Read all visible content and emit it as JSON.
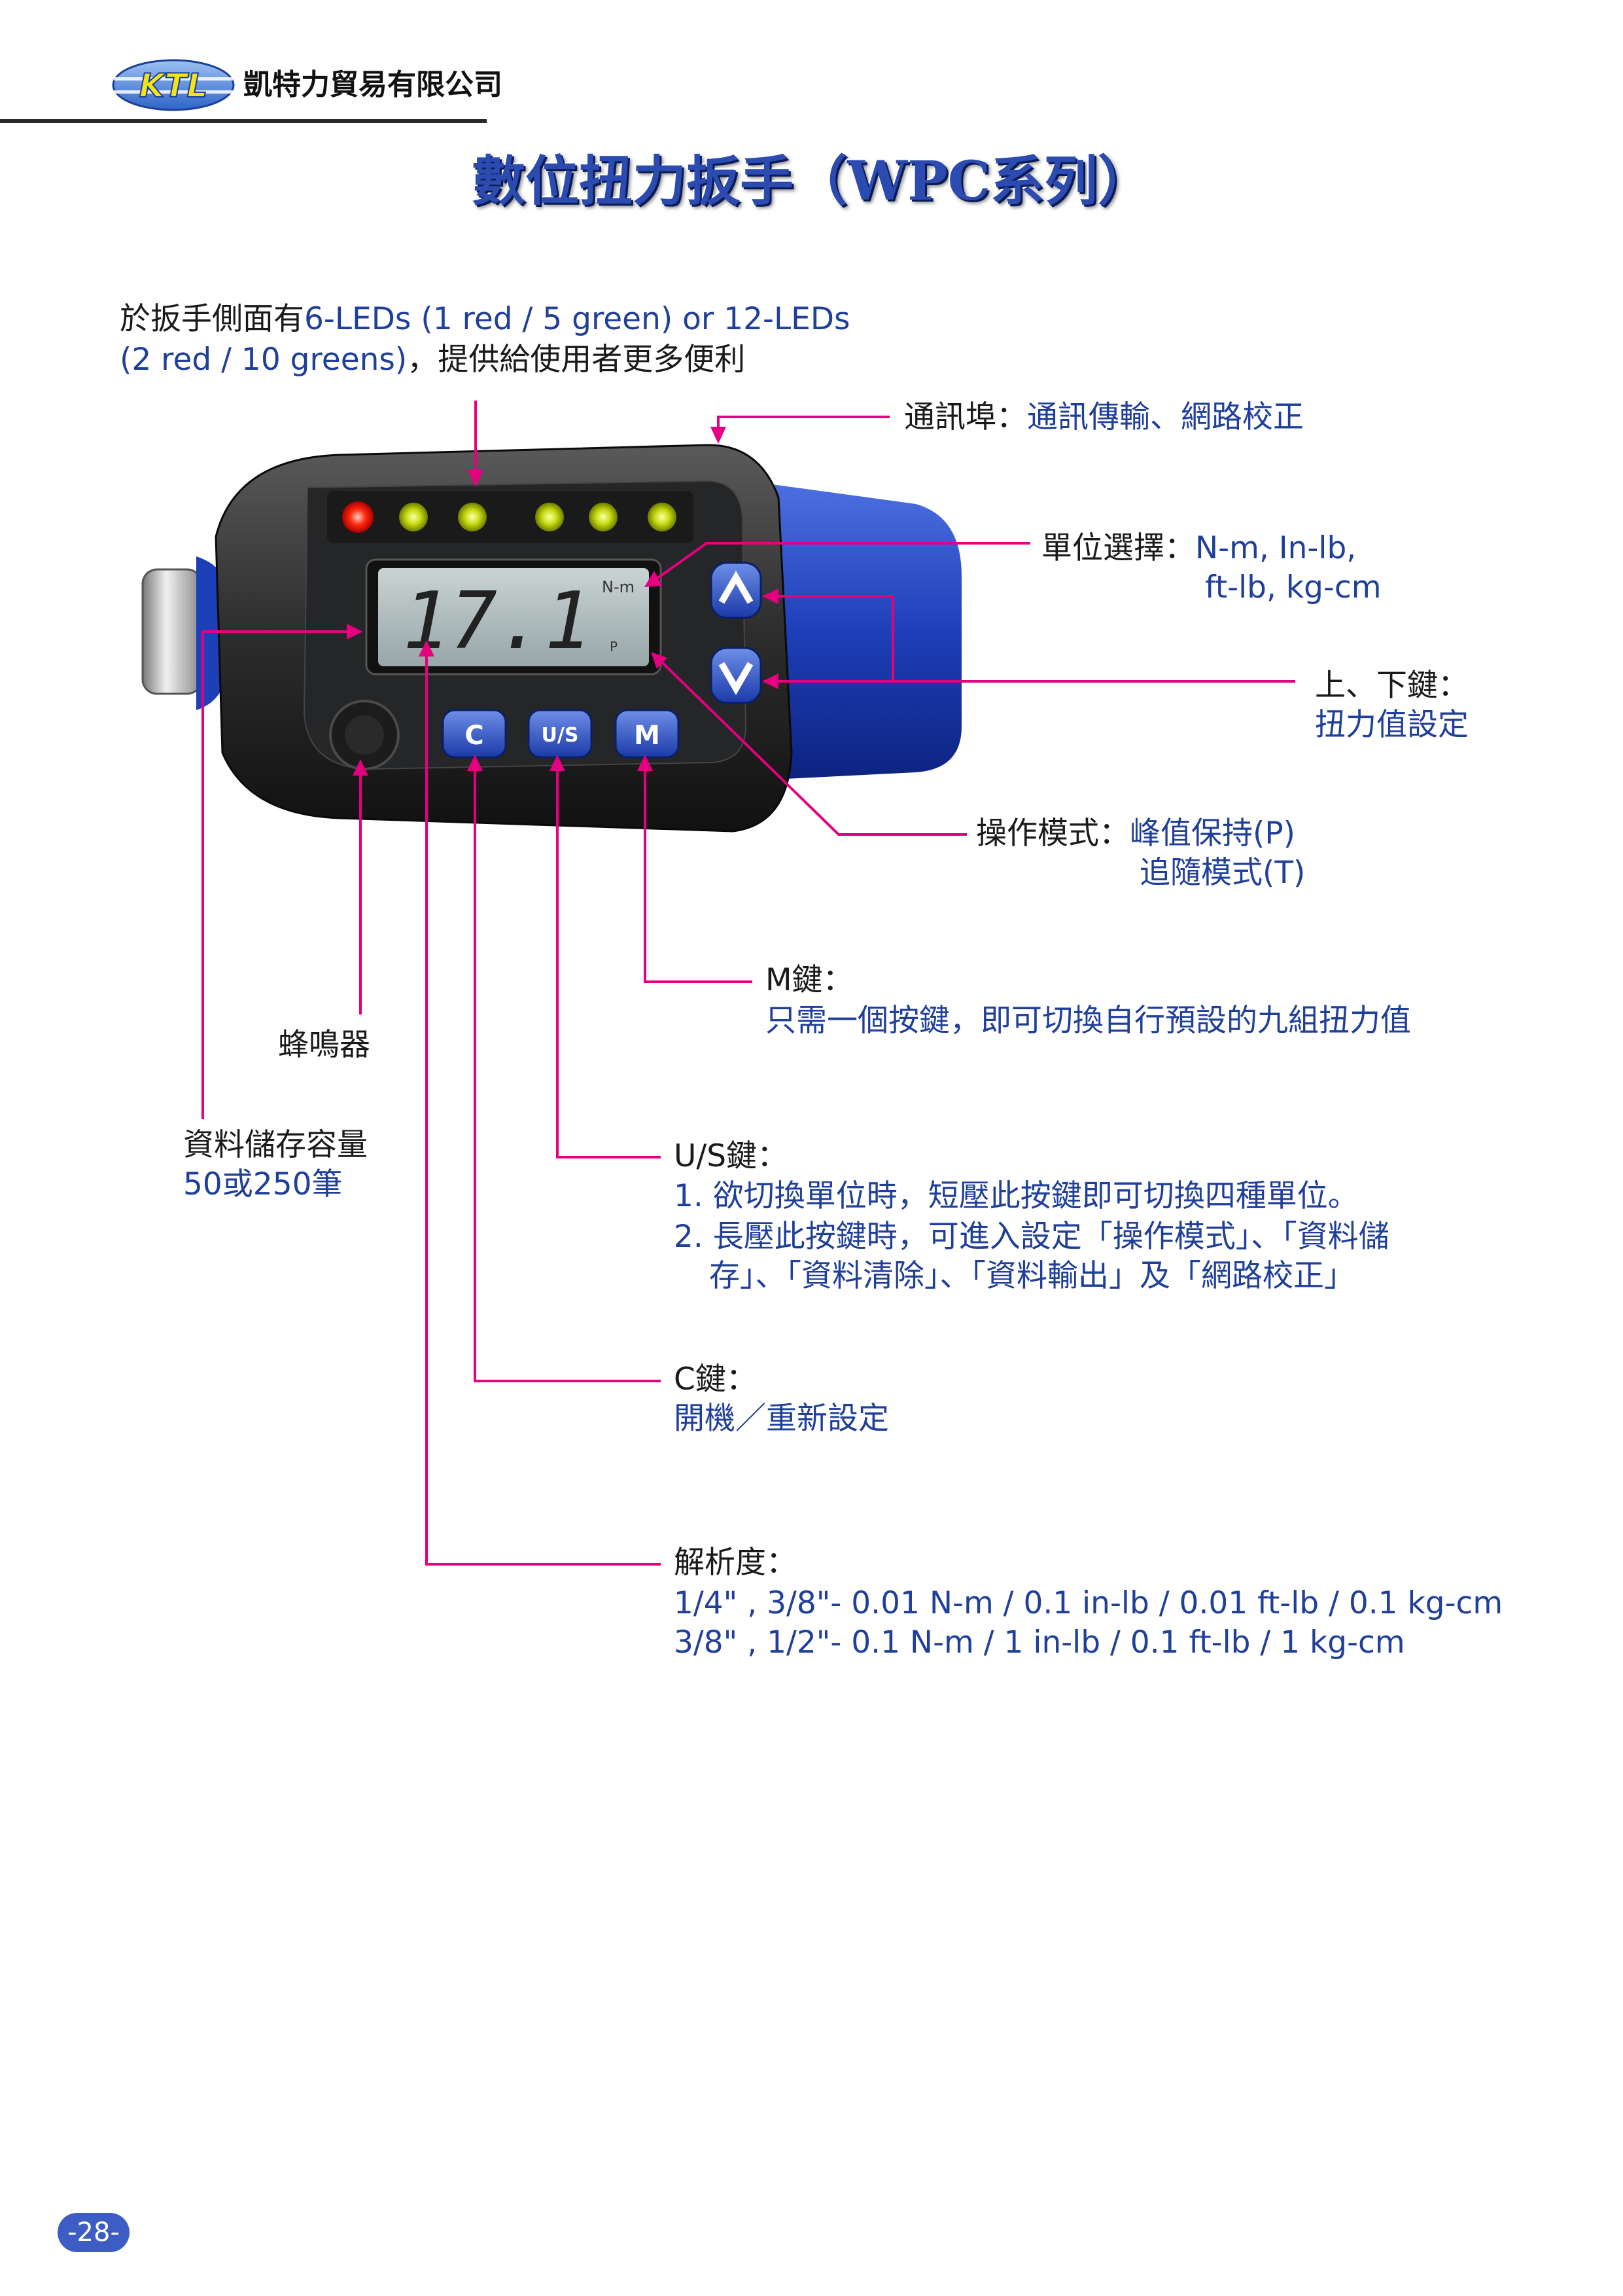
{
  "header": {
    "logo_text": "KTL",
    "company": "凱特力貿易有限公司",
    "title": "數位扭力扳手（WPC系列）"
  },
  "device": {
    "display_value": "17.1",
    "display_unit": "N-m",
    "display_mode": "P",
    "buttons": {
      "c": "C",
      "us": "U/S",
      "m": "M"
    }
  },
  "callouts": {
    "leds": {
      "prefix": "於扳手側面有",
      "rest": "6-LEDs (1 red / 5 green) or 12-LEDs",
      "line2_a": "(2 red / 10 greens)",
      "line2_b": "，提供給使用者更多便利"
    },
    "port": {
      "label": "通訊埠：",
      "value": "通訊傳輸、網路校正"
    },
    "unit_select": {
      "label": "單位選擇：",
      "line1": "N-m, In-lb,",
      "line2": "ft-lb, kg-cm"
    },
    "updown": {
      "label": "上、下鍵：",
      "value": "扭力值設定"
    },
    "mode": {
      "label": "操作模式：",
      "line1": "峰值保持(P)",
      "line2": "追隨模式(T)"
    },
    "m_key": {
      "label": "M鍵：",
      "value": "只需一個按鍵，即可切換自行預設的九組扭力值"
    },
    "buzzer": {
      "label": "蜂鳴器"
    },
    "storage": {
      "label": "資料儲存容量",
      "value": "50或250筆"
    },
    "us_key": {
      "label": "U/S鍵：",
      "line1": "1. 欲切換單位時，短壓此按鍵即可切換四種單位。",
      "line2": "2. 長壓此按鍵時，可進入設定「操作模式」、「資料儲",
      "line3": "存」、「資料清除」、「資料輸出」及「網路校正」"
    },
    "c_key": {
      "label": "C鍵：",
      "value": "開機／重新設定"
    },
    "resolution": {
      "label": "解析度：",
      "line1": "1/4\" , 3/8\"- 0.01 N-m / 0.1 in-lb / 0.01 ft-lb / 0.1 kg-cm",
      "line2": "3/8\" , 1/2\"- 0.1 N-m / 1 in-lb / 0.1 ft-lb / 1 kg-cm"
    }
  },
  "page_number": "-28-",
  "colors": {
    "leader": "#e4007f",
    "accent_text": "#1f3f99",
    "title": "#2c4bb0"
  }
}
